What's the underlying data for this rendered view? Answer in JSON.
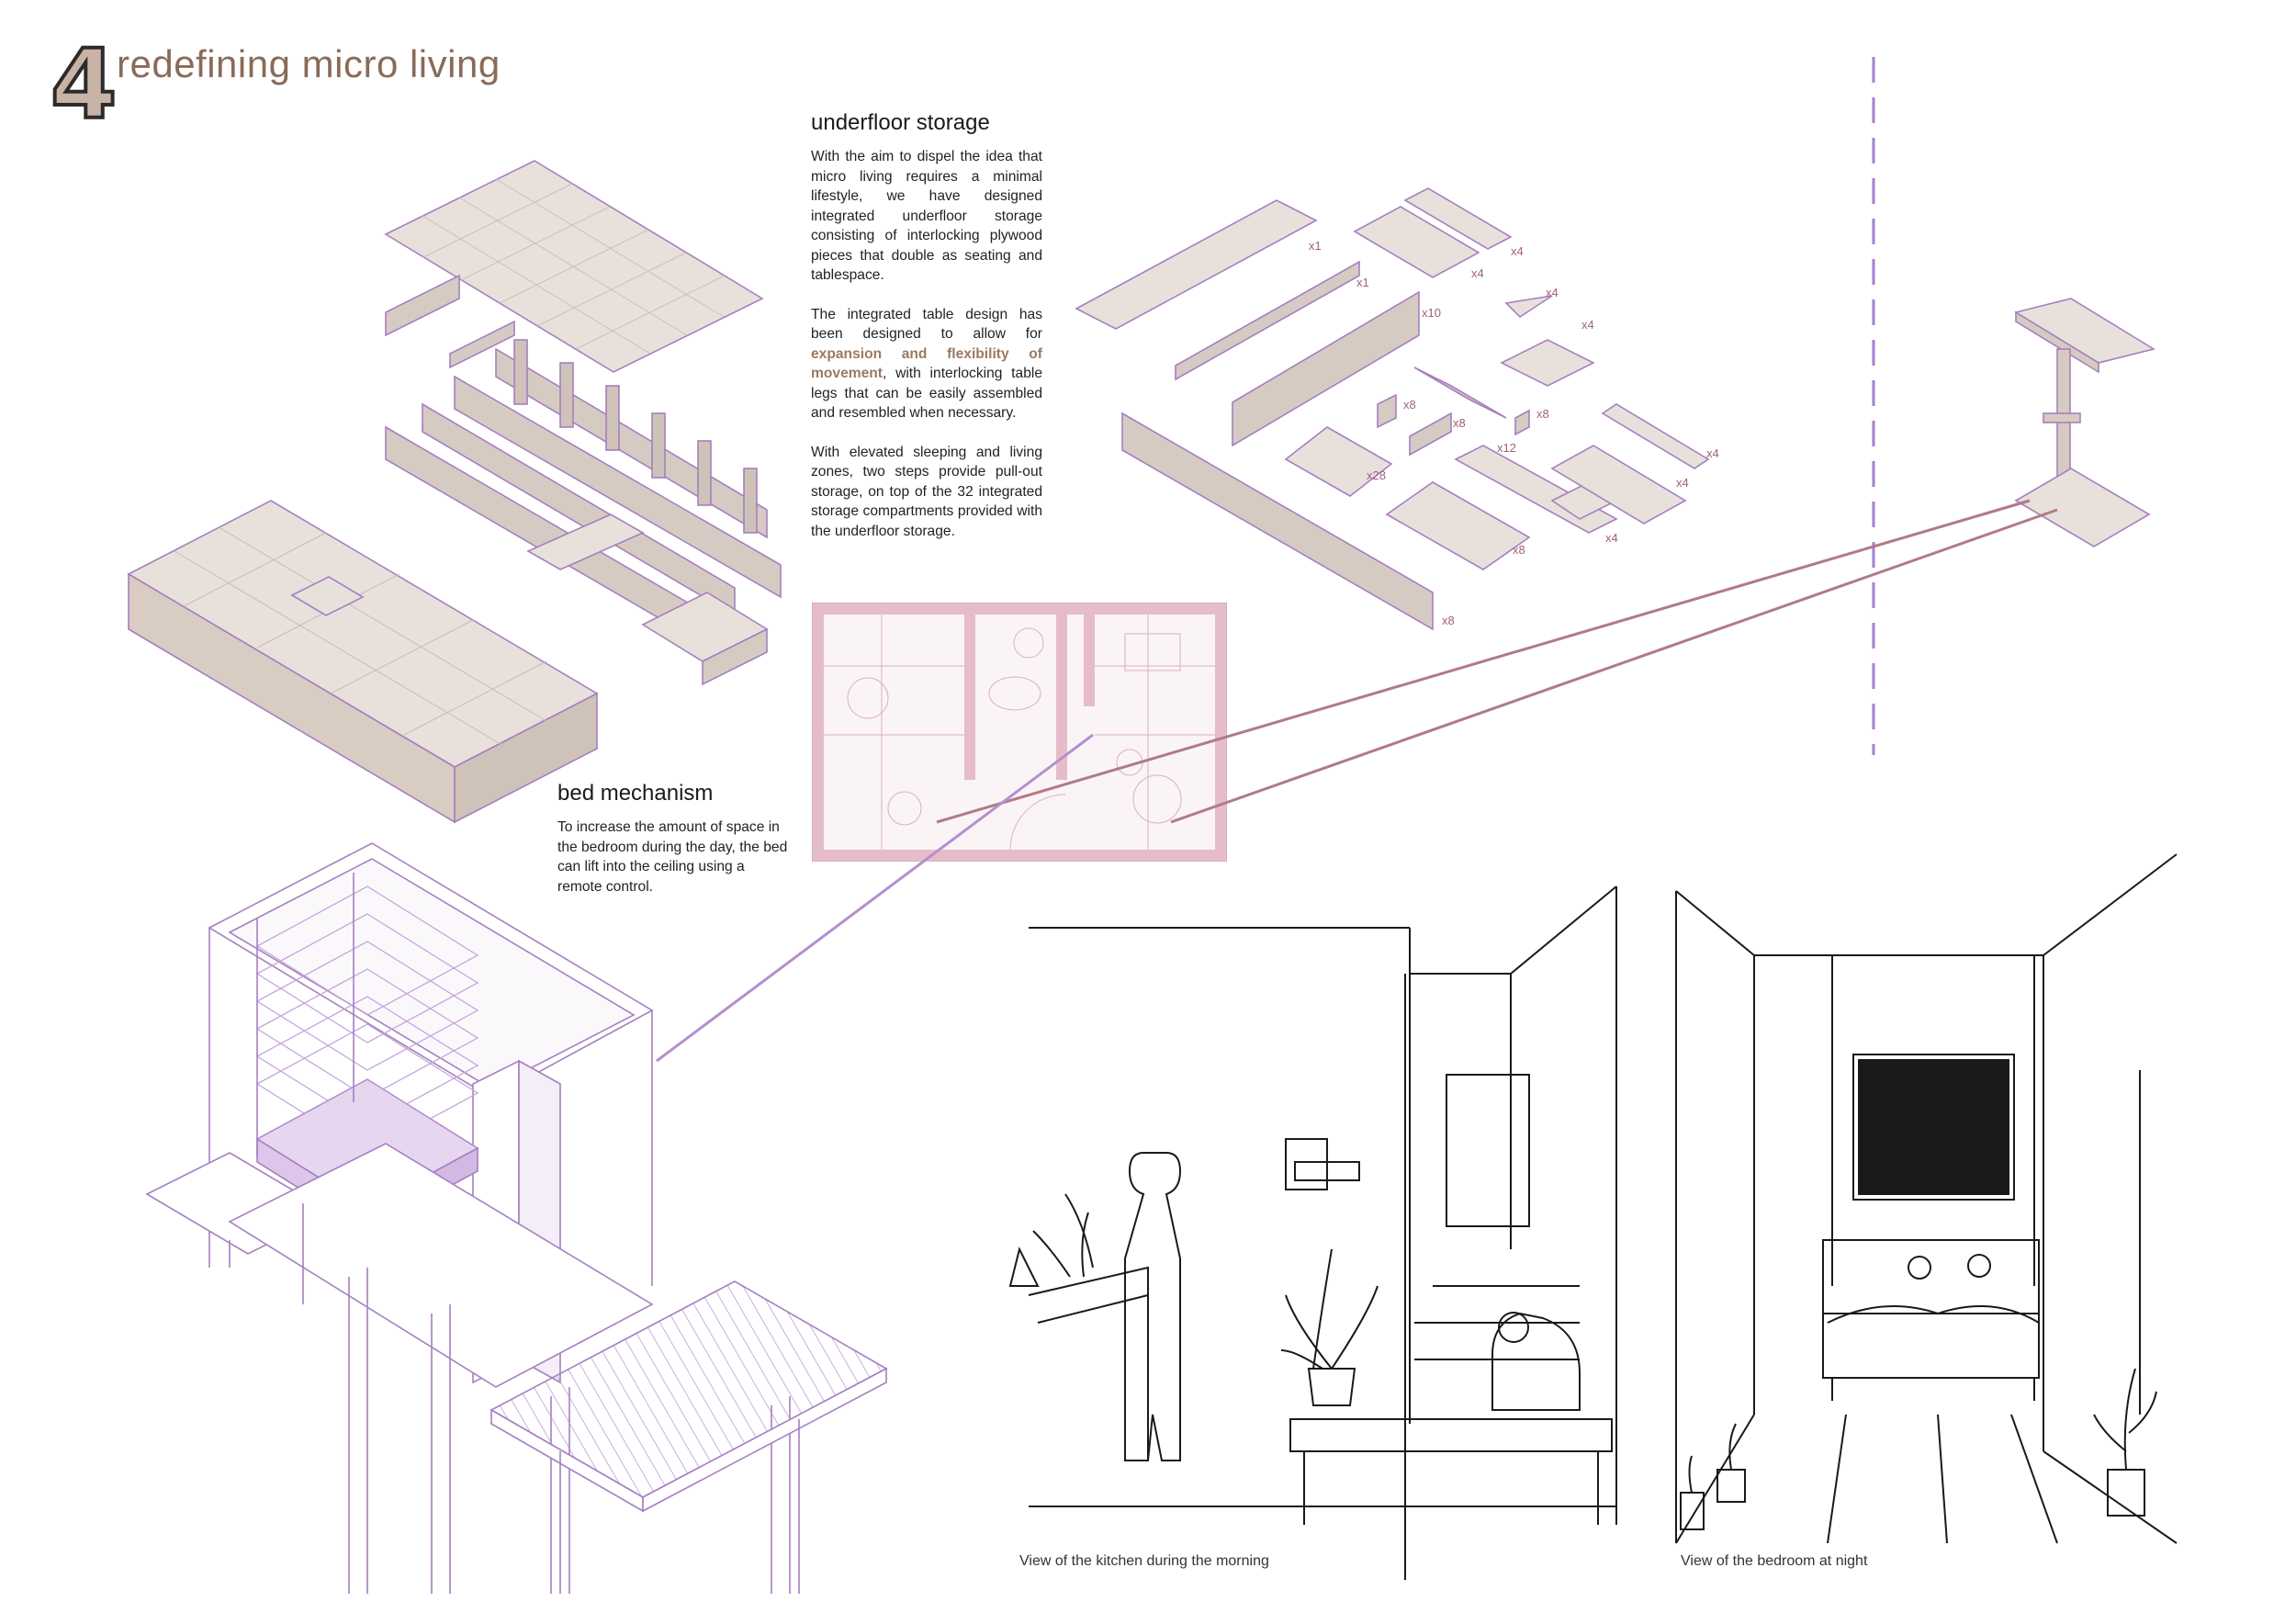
{
  "header": {
    "number": "4",
    "title": "redefining micro living"
  },
  "underfloor_storage": {
    "heading": "underfloor storage",
    "para1": "With the aim to dispel the idea that micro living requires a minimal lifestyle, we have designed integrated underfloor storage consisting of interlocking plywood pieces that double as seating and tablespace.",
    "para2_before": "The integrated table design has been designed to allow for ",
    "para2_highlight": "expansion and flexibility of movement",
    "para2_after": ", with interlocking table legs that can be easily assembled and resembled when necessary.",
    "para3": "With elevated sleeping and living zones, two steps provide pull-out storage, on top of the 32 integrated storage compartments provided with the underfloor storage."
  },
  "bed_mechanism": {
    "heading": "bed mechanism",
    "text": "To increase the amount of space in the bedroom during the day, the bed can lift into the ceiling using a remote control."
  },
  "parts_quantities": [
    "x1",
    "x1",
    "x10",
    "x4",
    "x4",
    "x4",
    "x4",
    "x8",
    "x8",
    "x8",
    "x12",
    "x28",
    "x8",
    "x4",
    "x4",
    "x4",
    "x8"
  ],
  "captions": {
    "kitchen": "View of the kitchen during the morning",
    "bedroom": "View of the bedroom at night"
  },
  "colors": {
    "accent_purple": "#b48fd0",
    "line_mauve": "#b07a88",
    "panel_fill": "#e8dfd8",
    "panel_edge": "#a67fc0",
    "title_brown": "#8a6b58"
  }
}
